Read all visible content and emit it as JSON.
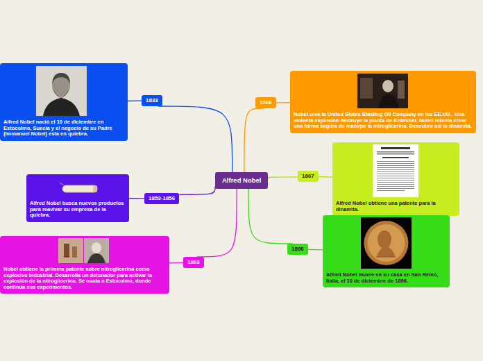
{
  "diagram": {
    "nodes": [
      {
        "text": [
          "Alfred Nobel"
        ]
      },
      {
        "text": [
          "1833"
        ]
      },
      {
        "text": [
          "Alfred Nobel nació el 10 de diciembre en Estocolmo, Suecia y el negocio de su Padre (Immanuel Nobel) esta en quiebra."
        ]
      },
      {
        "text": [
          "1853-1856"
        ]
      },
      {
        "text": [
          "Alfred Nobel busca nuevos productos para reavivar su empresa de la quiebra."
        ]
      },
      {
        "text": [
          "1863"
        ]
      },
      {
        "text": [
          "Nobel obtiene la primera patente sobre nitroglicerina como explosivo industrial. Desarrolla un detonador para activar la explosión de la nitroglicerina. Se muda a Estocolmo, donde continúa sus experimentos."
        ]
      },
      {
        "text": [
          "1866"
        ]
      },
      {
        "text": [
          "Nobel crea la United States Blasting Oil Company en los EE.UU.. Una violenta explosión destruye la planta de Krümmel. Nobel intenta crear una forma segura de manejar la nitroglicerina. Descubre así la dinamita."
        ]
      },
      {
        "text": [
          "1867"
        ]
      },
      {
        "text": [
          "Alfred Nobel obtiene una patente para la dinamita."
        ]
      },
      {
        "text": [
          "1896"
        ]
      },
      {
        "text": [
          "Alfred Nobel muere en su casa en San Remo, Italia, el 10 de diciembre de 1896."
        ]
      }
    ],
    "edges": [
      {
        "from": 0,
        "to": 1,
        "arrow": "none"
      },
      {
        "from": 1,
        "to": 2,
        "arrow": "none"
      },
      {
        "from": 0,
        "to": 3,
        "arrow": "none"
      },
      {
        "from": 3,
        "to": 4,
        "arrow": "none"
      },
      {
        "from": 0,
        "to": 5,
        "arrow": "none"
      },
      {
        "from": 5,
        "to": 6,
        "arrow": "none"
      },
      {
        "from": 0,
        "to": 7,
        "arrow": "none"
      },
      {
        "from": 7,
        "to": 8,
        "arrow": "none"
      },
      {
        "from": 0,
        "to": 9,
        "arrow": "none"
      },
      {
        "from": 9,
        "to": 10,
        "arrow": "none"
      },
      {
        "from": 0,
        "to": 11,
        "arrow": "none"
      },
      {
        "from": 11,
        "to": 12,
        "arrow": "none"
      }
    ]
  }
}
